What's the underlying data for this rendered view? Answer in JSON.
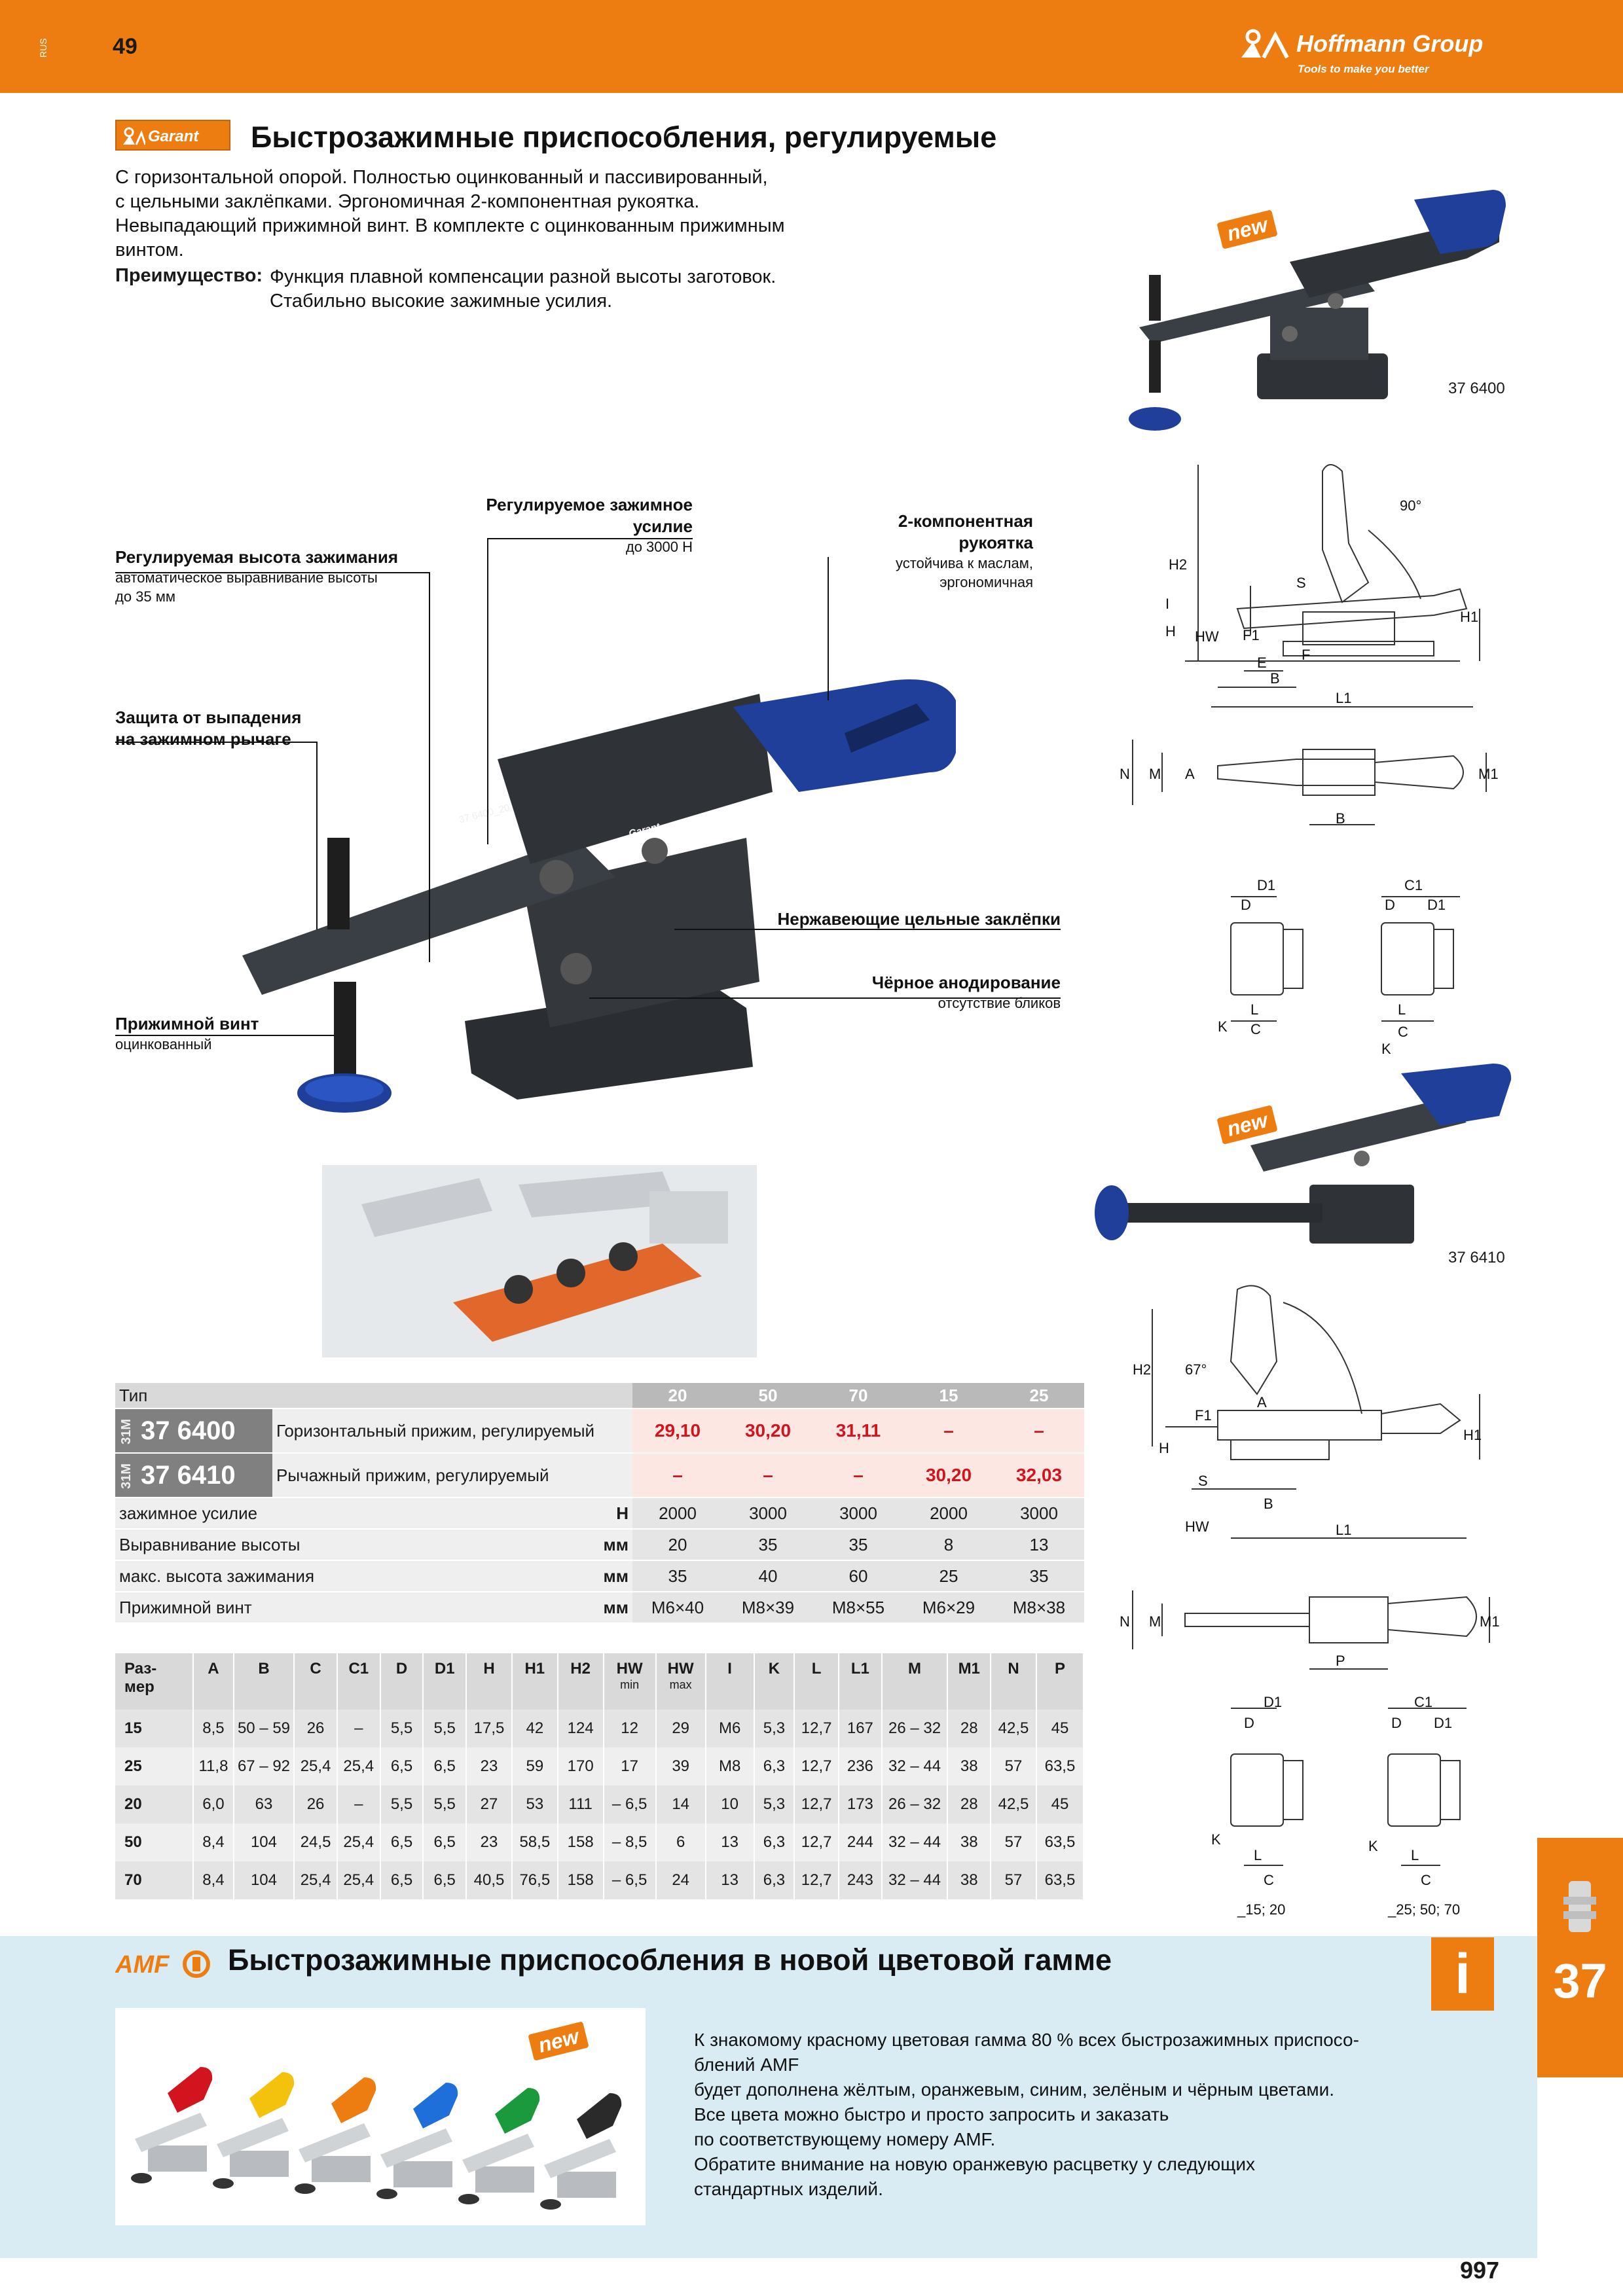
{
  "header": {
    "lang": "RUS",
    "page_number_top": "49",
    "brand_name": "Hoffmann Group",
    "brand_tagline": "Tools to make you better"
  },
  "section": {
    "logo_text": "Garant",
    "title": "Быстрозажимные приспособления, регулируемые",
    "desc_lines": [
      "С горизонтальной опорой. Полностью оцинкованный и пассивированный,",
      "с цельными заклёпками. Эргономичная 2-компонентная рукоятка.",
      "Невыпадающий прижимной винт. В комплекте с оцинкованным прижимным",
      "винтом."
    ],
    "advantage_label": "Преимущество:",
    "advantage_lines": [
      "Функция плавной компенсации разной высоты заготовок.",
      "Стабильно высокие зажимные усилия."
    ]
  },
  "products_images": {
    "new_label_1": "new",
    "art_1": "37 6400",
    "new_label_2": "new",
    "art_2": "37 6410",
    "hero_marking": "37 6400_20",
    "hero_logo": "Garant"
  },
  "callouts": {
    "force_title_1": "Регулируемое зажимное",
    "force_title_2": "усилие",
    "force_sub": "до 3000 Н",
    "height_title": "Регулируемая высота зажимания",
    "height_sub_1": "автоматическое выравнивание высоты",
    "height_sub_2": "до 35 мм",
    "handle_title_1": "2-компонентная",
    "handle_title_2": "рукоятка",
    "handle_sub_1": "устойчива к маслам,",
    "handle_sub_2": "эргономичная",
    "fall_title_1": "Защита от выпадения",
    "fall_title_2": "на зажимном рычаге",
    "rivets_title": "Нержавеющие цельные заклёпки",
    "anod_title": "Чёрное анодирование",
    "anod_sub": "отсутствие бликов",
    "screw_title": "Прижимной винт",
    "screw_sub": "оцинкованный"
  },
  "spec_table": {
    "type_label": "Тип",
    "sizes": [
      "20",
      "50",
      "70",
      "15",
      "25"
    ],
    "products": [
      {
        "vlabel": "31M",
        "art": "37 6400",
        "name": "Горизонтальный прижим, регулируемый",
        "prices": [
          "29,10",
          "30,20",
          "31,11",
          "–",
          "–"
        ]
      },
      {
        "vlabel": "31M",
        "art": "37 6410",
        "name": "Рычажный прижим, регулируемый",
        "prices": [
          "–",
          "–",
          "–",
          "30,20",
          "32,03"
        ]
      }
    ],
    "rows": [
      {
        "label": "зажимное усилие",
        "unit": "Н",
        "values": [
          "2000",
          "3000",
          "3000",
          "2000",
          "3000"
        ]
      },
      {
        "label": "Выравнивание высоты",
        "unit": "мм",
        "values": [
          "20",
          "35",
          "35",
          "8",
          "13"
        ]
      },
      {
        "label": "макс. высота зажимания",
        "unit": "мм",
        "values": [
          "35",
          "40",
          "60",
          "25",
          "35"
        ]
      },
      {
        "label": "Прижимной винт",
        "unit": "мм",
        "values": [
          "M6×40",
          "M8×39",
          "M8×55",
          "M6×29",
          "M8×38"
        ]
      }
    ]
  },
  "dim_table": {
    "size_label_1": "Раз-",
    "size_label_2": "мер",
    "columns": [
      "A",
      "B",
      "C",
      "C1",
      "D",
      "D1",
      "H",
      "H1",
      "H2",
      "HW",
      "HW",
      "I",
      "K",
      "L",
      "L1",
      "M",
      "M1",
      "N",
      "P"
    ],
    "hw_min": "min",
    "hw_max": "max",
    "rows": [
      [
        "15",
        "8,5",
        "50 – 59",
        "26",
        "–",
        "5,5",
        "5,5",
        "17,5",
        "42",
        "124",
        "12",
        "29",
        "M6",
        "5,3",
        "12,7",
        "167",
        "26 – 32",
        "28",
        "42,5",
        "45"
      ],
      [
        "25",
        "11,8",
        "67 – 92",
        "25,4",
        "25,4",
        "6,5",
        "6,5",
        "23",
        "59",
        "170",
        "17",
        "39",
        "M8",
        "6,3",
        "12,7",
        "236",
        "32 – 44",
        "38",
        "57",
        "63,5"
      ],
      [
        "20",
        "6,0",
        "63",
        "26",
        "–",
        "5,5",
        "5,5",
        "27",
        "53",
        "111",
        "– 6,5",
        "14",
        "10",
        "5,3",
        "12,7",
        "173",
        "26 – 32",
        "28",
        "42,5",
        "45"
      ],
      [
        "50",
        "8,4",
        "104",
        "24,5",
        "25,4",
        "6,5",
        "6,5",
        "23",
        "58,5",
        "158",
        "– 8,5",
        "6",
        "13",
        "6,3",
        "12,7",
        "244",
        "32 – 44",
        "38",
        "57",
        "63,5"
      ],
      [
        "70",
        "8,4",
        "104",
        "25,4",
        "25,4",
        "6,5",
        "6,5",
        "40,5",
        "76,5",
        "158",
        "– 6,5",
        "24",
        "13",
        "6,3",
        "12,7",
        "243",
        "32 – 44",
        "38",
        "57",
        "63,5"
      ]
    ]
  },
  "drawings": {
    "angle_1": "90°",
    "angle_2": "67°",
    "size_note_1": "_15; 20",
    "size_note_2": "_25; 50; 70",
    "labels": {
      "H2": "H2",
      "H1": "H1",
      "H": "H",
      "I": "I",
      "HW": "HW",
      "F1": "F1",
      "F": "F",
      "E": "E",
      "B": "B",
      "L1": "L1",
      "S": "S",
      "N": "N",
      "M": "M",
      "A": "A",
      "M1": "M1",
      "D": "D",
      "D1": "D1",
      "C": "C",
      "C1": "C1",
      "K": "K",
      "L": "L",
      "P": "P"
    }
  },
  "amf_panel": {
    "logo_text": "AMF",
    "title": "Быстрозажимные приспособления в новой цветовой гамме",
    "info_icon": "i",
    "new_label": "new",
    "text_lines": [
      "К знакомому красному цветовая гамма 80 % всех быстрозажимных приспосо-",
      "блений AMF",
      "будет дополнена жёлтым, оранжевым, синим, зелёным и чёрным цветами.",
      "Все цвета можно быстро и просто запросить и заказать",
      "по соответствующему номеру AMF.",
      "Обратите внимание на новую оранжевую расцветку у следующих",
      "стандартных изделий."
    ],
    "handle_colors": [
      "#d2141e",
      "#f4c20d",
      "#ee7d11",
      "#1e6fd9",
      "#1a9a3c",
      "#2a2a2a"
    ]
  },
  "side_tab": {
    "chapter": "37"
  },
  "footer": {
    "page_number_bottom": "997"
  },
  "colors": {
    "accent": "#ee7d11",
    "price": "#d2141e",
    "handle_blue": "#1f3f9a",
    "panel": "#d9ecf4"
  }
}
